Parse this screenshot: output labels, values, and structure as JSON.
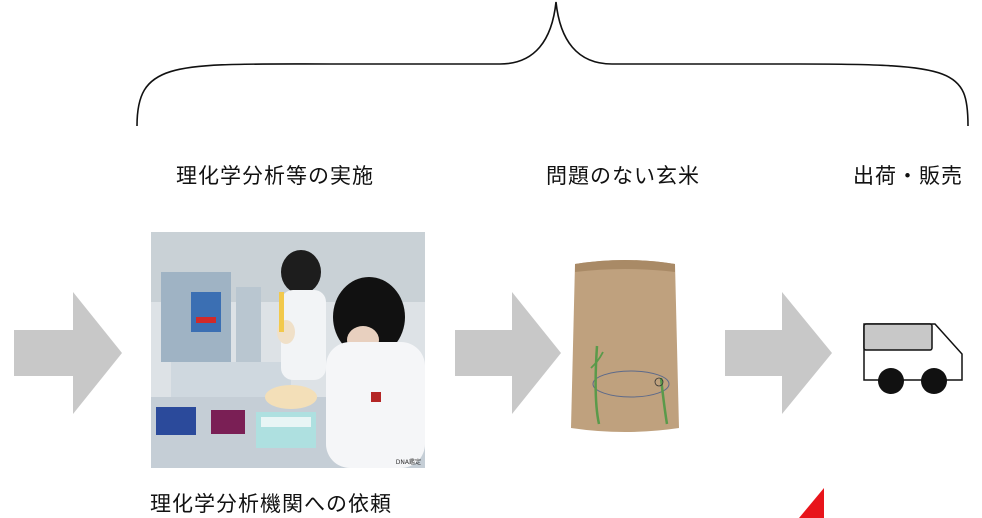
{
  "steps": {
    "analysis_label": "理化学分析等の実施",
    "rice_label": "問題のない玄米",
    "shipping_label": "出荷・販売",
    "lab_caption": "理化学分析機関への依頼",
    "lab_photo_credit": "DNA鑑定"
  },
  "icons": {
    "lab_photo": "laboratory-photo",
    "rice_bag": "rice-bag-photo",
    "truck": "truck-icon"
  },
  "colors": {
    "arrow": "#c8c8c8",
    "truck_body": "#c8c8c8",
    "accent_red": "#e8141b",
    "bag": "#bfa17e"
  }
}
